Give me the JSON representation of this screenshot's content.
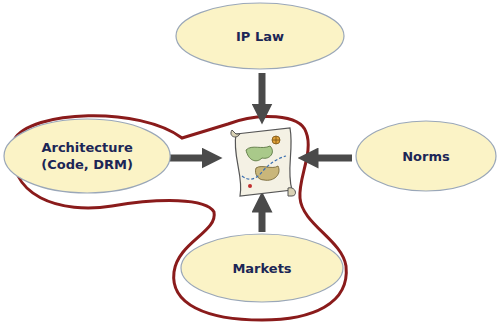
{
  "diagram": {
    "nodes": [
      {
        "text": [
          "IP Law"
        ]
      },
      {
        "text": [
          "Architecture (Code, DRM)"
        ]
      },
      {
        "text": [
          "Norms"
        ]
      },
      {
        "text": [
          "Markets"
        ]
      }
    ]
  }
}
